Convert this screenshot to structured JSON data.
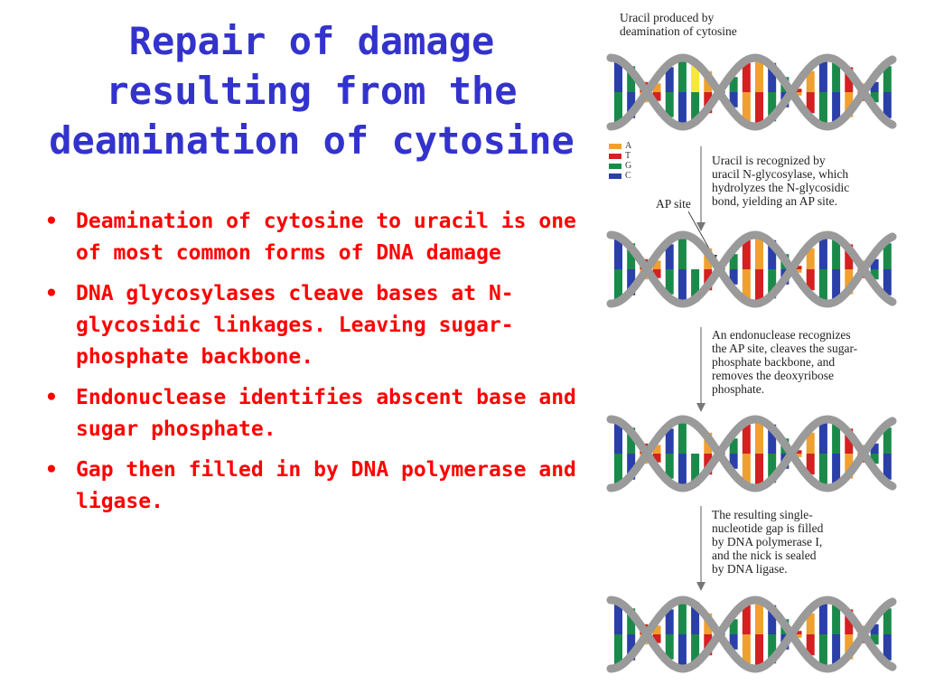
{
  "slide": {
    "title": "Repair of damage resulting from the deamination of cytosine",
    "bullets": [
      "Deamination of cytosine to uracil is one of most common forms of DNA damage",
      "DNA glycosylases cleave bases at N-glycosidic linkages. Leaving sugar-phosphate backbone.",
      "Endonuclease identifies abscent base and sugar phosphate.",
      "Gap then filled in by DNA polymerase and ligase."
    ]
  },
  "figure": {
    "captions": [
      "Uracil produced by\ndeamination of cytosine",
      "Uracil is recognized by\nuracil N-glycosylase, which\nhydrolyzes the N-glycosidic\nbond, yielding an AP site.",
      "An endonuclease recognizes\nthe AP site, cleaves the sugar-\nphosphate backbone, and\nremoves the deoxyribose\nphosphate.",
      "The resulting single-\nnucleotide gap is filled\nby DNA polymerase I,\nand the nick is sealed\nby DNA ligase."
    ],
    "ap_site_label": "AP site",
    "legend": [
      {
        "label": "A",
        "color": "#f0a030"
      },
      {
        "label": "T",
        "color": "#d42020"
      },
      {
        "label": "G",
        "color": "#1a8a4a"
      },
      {
        "label": "C",
        "color": "#2a3fa8"
      }
    ],
    "colors": {
      "backbone": "#9a9a9a",
      "uracil": "#f5e83a"
    }
  }
}
